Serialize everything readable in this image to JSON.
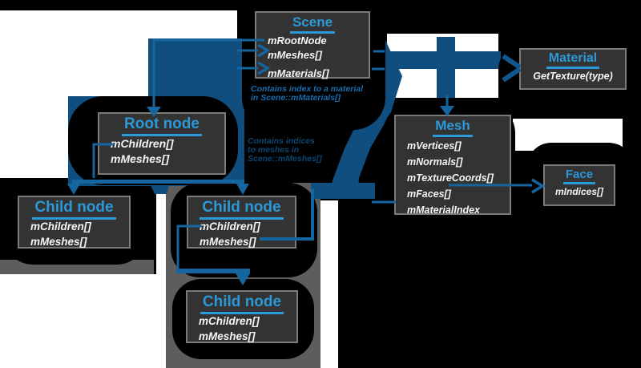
{
  "diagram": {
    "boxes": {
      "scene": {
        "title": "Scene",
        "items": [
          "mRootNode",
          "mMeshes[]",
          "mMaterials[]"
        ]
      },
      "material": {
        "title": "Material",
        "items": [
          "GetTexture(type)"
        ]
      },
      "mesh": {
        "title": "Mesh",
        "items": [
          "mVertices[]",
          "mNormals[]",
          "mTextureCoords[]",
          "mFaces[]",
          "mMaterialIndex"
        ]
      },
      "face": {
        "title": "Face",
        "items": [
          "mIndices[]"
        ]
      },
      "root": {
        "title": "Root node",
        "items": [
          "mChildren[]",
          "mMeshes[]"
        ]
      },
      "child1": {
        "title": "Child node",
        "items": [
          "mChildren[]",
          "mMeshes[]"
        ]
      },
      "child2": {
        "title": "Child node",
        "items": [
          "mChildren[]",
          "mMeshes[]"
        ]
      },
      "child3": {
        "title": "Child node",
        "items": [
          "mChildren[]",
          "mMeshes[]"
        ]
      }
    },
    "annotations": {
      "material_note": {
        "line1": "Contains index to a material",
        "line2": "in Scene::mMaterials[]"
      },
      "meshes_note": {
        "line1": "Contains indices",
        "line2": "to meshes in",
        "line3": "Scene::mMeshes[]"
      }
    },
    "colors": {
      "background": "#000000",
      "big_arrow_blue": "#0f4e7e",
      "connector_blue": "#1565a0",
      "title_blue": "#2b99d8",
      "box_background": "#333333",
      "box_border": "#7a7a7a",
      "item_text": "#f5f5f5",
      "note_text": "#1a6dad",
      "hidden_note_text": "#0d4672",
      "backdrop_gray": "#5d5d5d",
      "patch_white": "#ffffff"
    }
  }
}
